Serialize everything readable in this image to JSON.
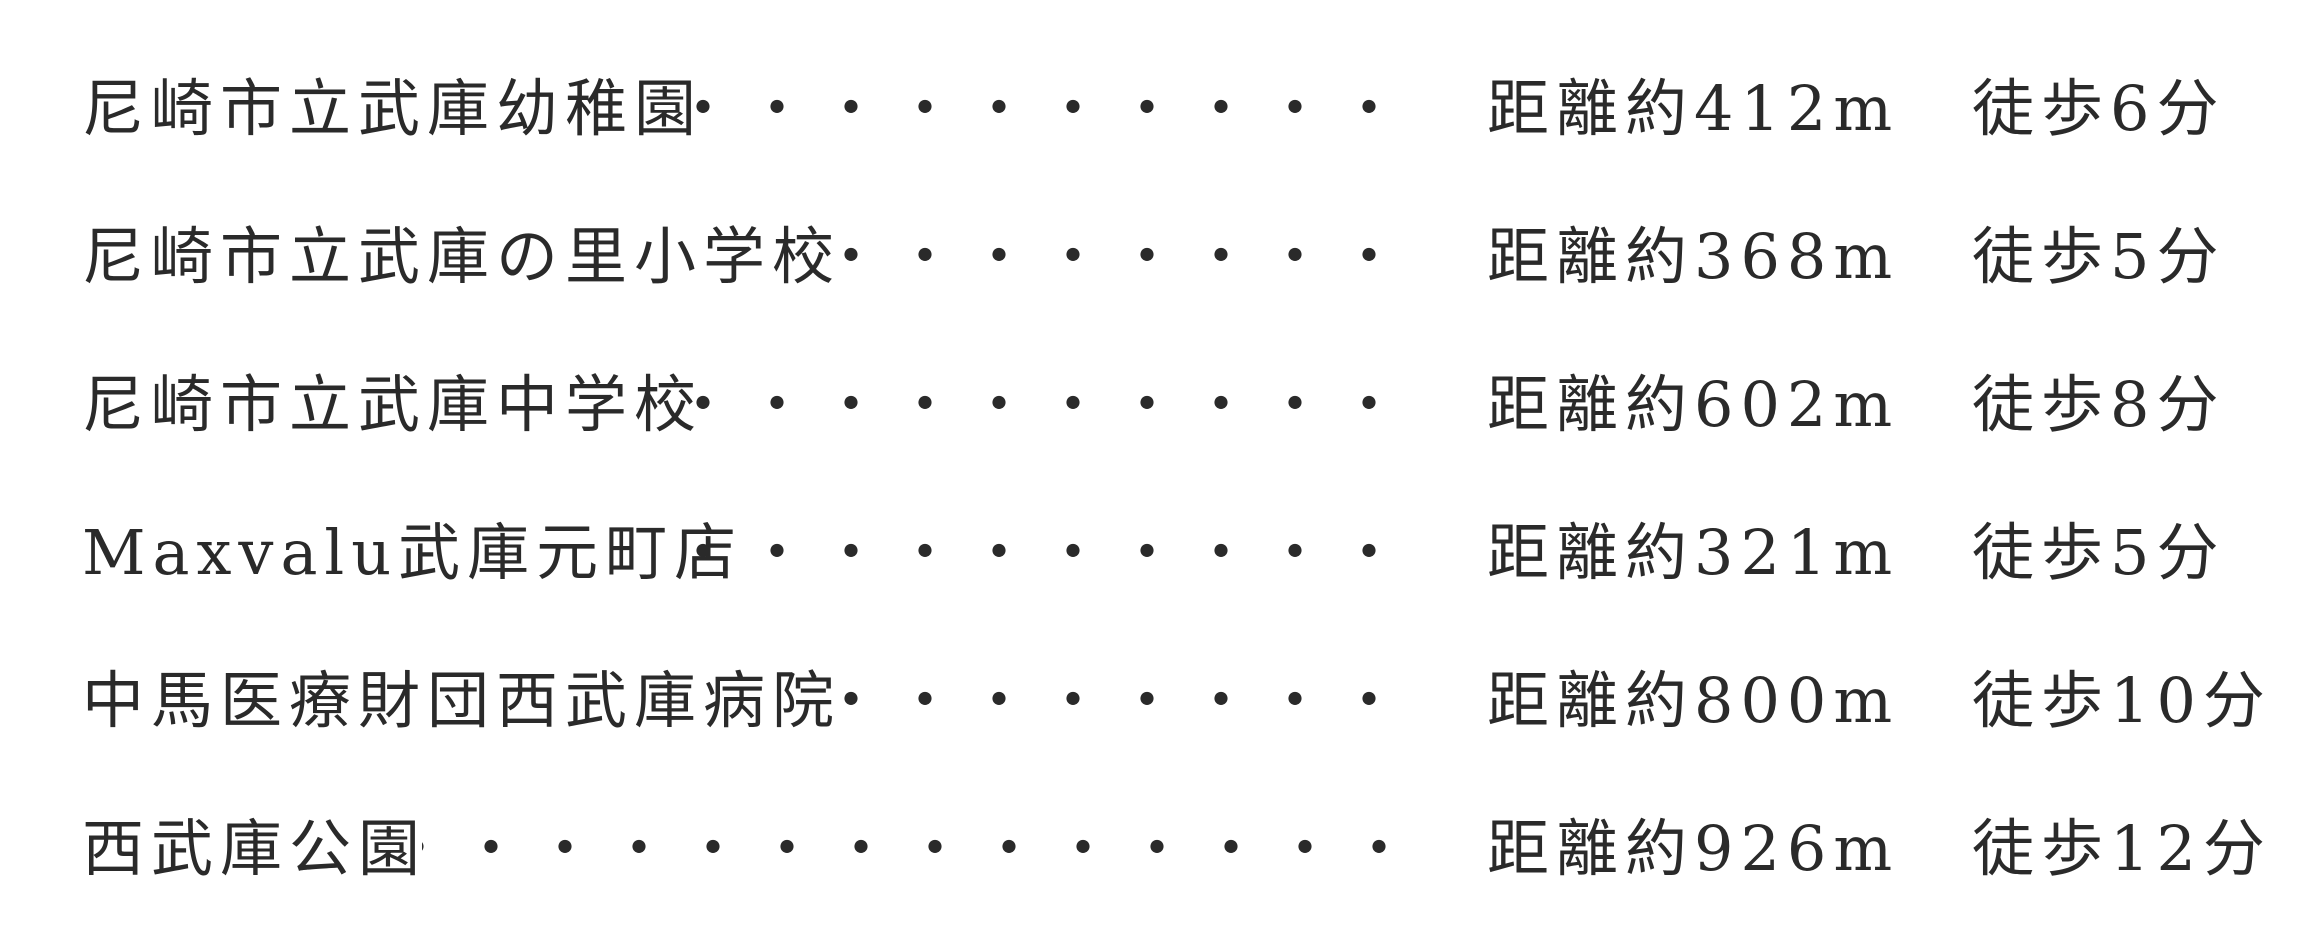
{
  "facilities": [
    {
      "name": "尼崎市立武庫幼稚園",
      "distance": "距離約412m",
      "walk": "徒歩6分"
    },
    {
      "name": "尼崎市立武庫の里小学校",
      "distance": "距離約368m",
      "walk": "徒歩5分"
    },
    {
      "name": "尼崎市立武庫中学校",
      "distance": "距離約602m",
      "walk": "徒歩8分"
    },
    {
      "name": "Maxvalu武庫元町店",
      "distance": "距離約321m",
      "walk": "徒歩5分"
    },
    {
      "name": "中馬医療財団西武庫病院",
      "distance": "距離約800m",
      "walk": "徒歩10分"
    },
    {
      "name": "西武庫公園",
      "distance": "距離約926m",
      "walk": "徒歩12分"
    }
  ]
}
